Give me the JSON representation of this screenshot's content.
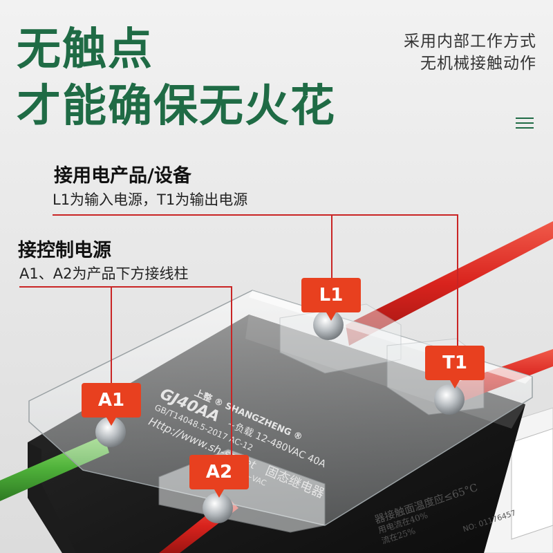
{
  "headline": {
    "line1": "无触点",
    "line2": "才能确保无火花"
  },
  "subheadline": {
    "line1": "采用内部工作方式",
    "line2": "无机械接触动作"
  },
  "load_section": {
    "title": "接用电产品/设备",
    "desc": "L1为输入电源，T1为输出电源"
  },
  "control_section": {
    "title": "接控制电源",
    "desc": "A1、A2为产品下方接线柱"
  },
  "terminals": {
    "l1": "L1",
    "t1": "T1",
    "a1": "A1",
    "a2": "A2"
  },
  "relay": {
    "brand": "上整 ® SHANGZHENG ®",
    "model": "GJ40AA",
    "spec": "~负载 12-480VAC 40A",
    "standard": "GB/T14048.5-2017 AC-12",
    "url": "Http://www.sh-sz.net",
    "name": "固态继电器",
    "control_partial": "~VAC"
  },
  "side_label": {
    "line1": "器接触面温度应≤65°C",
    "line2": "用电流在40%",
    "line3": "流在25%",
    "serial": "NO: 01176457"
  },
  "colors": {
    "brand_green": "#1f6b45",
    "tag_red": "#e8401f",
    "line_red": "#c92424"
  }
}
